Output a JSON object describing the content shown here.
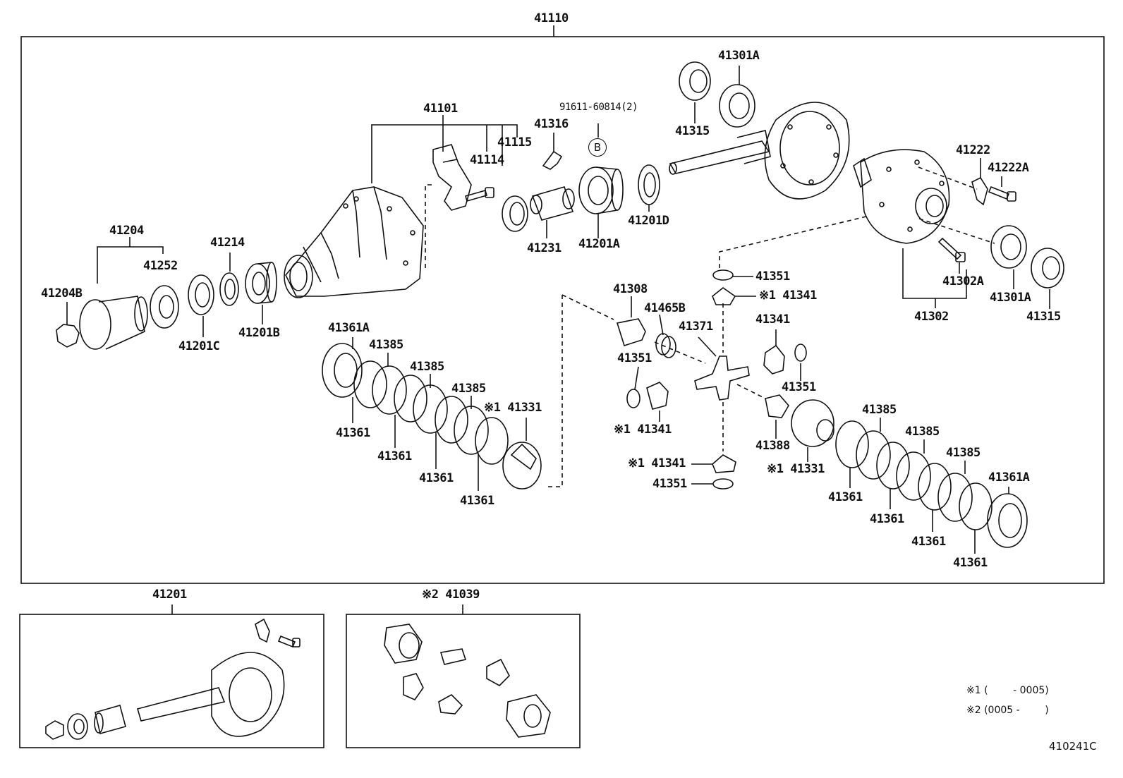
{
  "diagram_id": "410241C",
  "top_assembly": "41110",
  "groups": {
    "ring_pinion": "41201",
    "pinion_kit": "※2 41039"
  },
  "parts": {
    "p41101": "41101",
    "p41114": "41114",
    "p41115": "41115",
    "p41316": "41316",
    "p91611": "91611-60814(2)",
    "ref_b": "B",
    "p41315a": "41315",
    "p41301a_top": "41301A",
    "p41204": "41204",
    "p41252": "41252",
    "p41204b": "41204B",
    "p41214": "41214",
    "p41201c": "41201C",
    "p41201b": "41201B",
    "p41231": "41231",
    "p41201a": "41201A",
    "p41201d": "41201D",
    "p41222": "41222",
    "p41222a": "41222A",
    "p41302a": "41302A",
    "p41302": "41302",
    "p41301a_r": "41301A",
    "p41315b": "41315",
    "p41351_a": "41351",
    "p41341_a": "※1 41341",
    "p41308": "41308",
    "p41465b": "41465B",
    "p41371": "41371",
    "p41341_b": "41341",
    "p41351_b": "41351",
    "p41351_c": "41351",
    "p41341_c": "※1 41341",
    "p41388": "41388",
    "p41331_r": "※1 41331",
    "p41341_d": "※1 41341",
    "p41351_d": "41351",
    "p41361a_l": "41361A",
    "p41385_l1": "41385",
    "p41385_l2": "41385",
    "p41385_l3": "41385",
    "p41331_l": "※1 41331",
    "p41361_l1": "41361",
    "p41361_l2": "41361",
    "p41361_l3": "41361",
    "p41361_l4": "41361",
    "p41385_r1": "41385",
    "p41385_r2": "41385",
    "p41385_r3": "41385",
    "p41361a_r": "41361A",
    "p41361_r1": "41361",
    "p41361_r2": "41361",
    "p41361_r3": "41361",
    "p41361_r4": "41361"
  },
  "notes": {
    "n1": "※1 (        - 0005)",
    "n2": "※2 (0005 -        )"
  }
}
